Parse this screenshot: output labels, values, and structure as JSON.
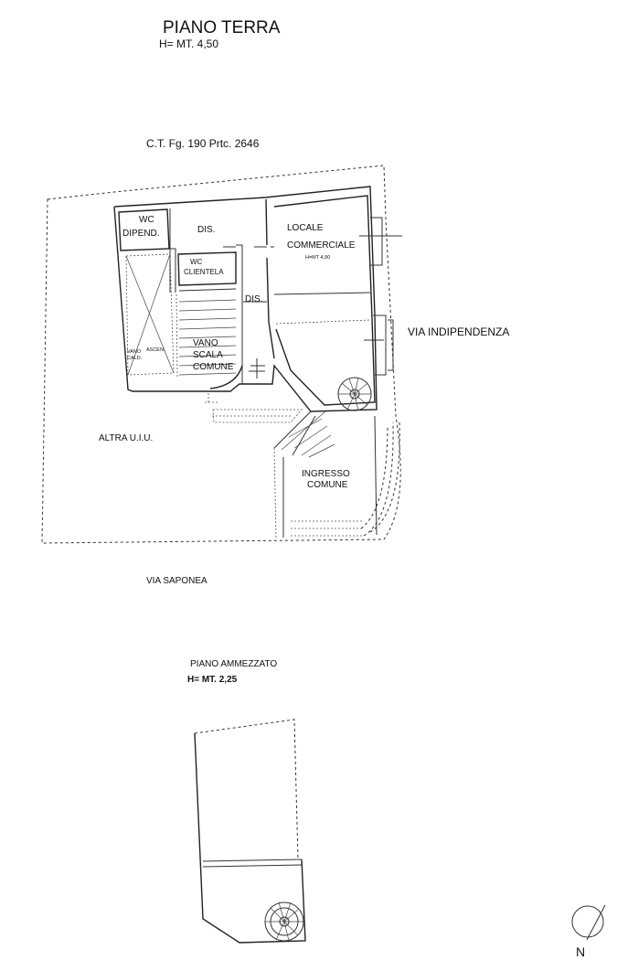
{
  "ground_floor": {
    "title": "PIANO TERRA",
    "height": "H= MT. 4,50",
    "cadastral": "C.T. Fg. 190  Prtc. 2646",
    "rooms": {
      "wc_dipend_1": "WC",
      "wc_dipend_2": "DIPEND.",
      "dis_top": "DIS.",
      "wc_clientela_1": "WC",
      "wc_clientela_2": "CLIENTELA",
      "dis_mid": "DIS.",
      "locale_1": "LOCALE",
      "locale_2": "COMMERCIALE",
      "locale_height": "H=MT 4,90",
      "vano_1": "VANO",
      "vano_2": "SCALA",
      "vano_3": "COMUNE",
      "ascen": "ASCEN.",
      "vano_caldaia_1": "VANO",
      "vano_caldaia_2": "CALD.",
      "altra": "ALTRA U.I.U.",
      "ingresso_1": "INGRESSO",
      "ingresso_2": "COMUNE"
    },
    "streets": {
      "east": "VIA INDIPENDENZA",
      "south": "VIA SAPONEA"
    }
  },
  "mezzanine": {
    "title": "PIANO AMMEZZATO",
    "height": "H= MT. 2,25"
  },
  "north_label": "N"
}
